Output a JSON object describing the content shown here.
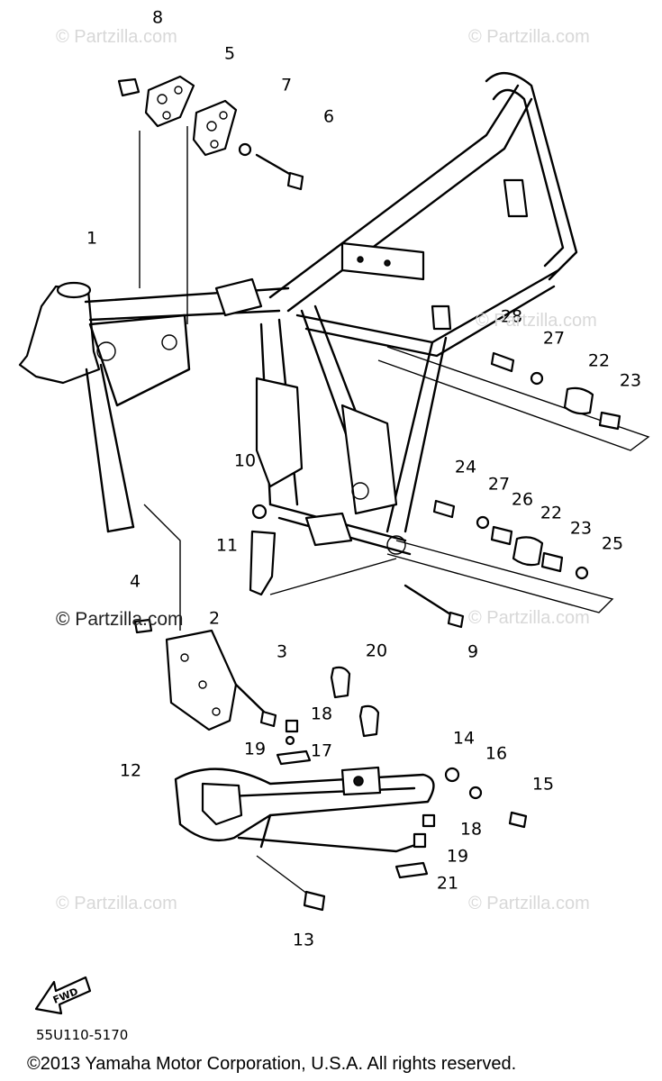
{
  "callouts": [
    {
      "id": "8",
      "label": "8"
    },
    {
      "id": "5",
      "label": "5"
    },
    {
      "id": "7",
      "label": "7"
    },
    {
      "id": "6",
      "label": "6"
    },
    {
      "id": "1",
      "label": "1"
    },
    {
      "id": "28",
      "label": "28"
    },
    {
      "id": "27a",
      "label": "27"
    },
    {
      "id": "22a",
      "label": "22"
    },
    {
      "id": "23a",
      "label": "23"
    },
    {
      "id": "24",
      "label": "24"
    },
    {
      "id": "27b",
      "label": "27"
    },
    {
      "id": "26",
      "label": "26"
    },
    {
      "id": "22b",
      "label": "22"
    },
    {
      "id": "23b",
      "label": "23"
    },
    {
      "id": "25",
      "label": "25"
    },
    {
      "id": "10",
      "label": "10"
    },
    {
      "id": "11",
      "label": "11"
    },
    {
      "id": "4",
      "label": "4"
    },
    {
      "id": "2",
      "label": "2"
    },
    {
      "id": "3",
      "label": "3"
    },
    {
      "id": "9",
      "label": "9"
    },
    {
      "id": "20",
      "label": "20"
    },
    {
      "id": "18a",
      "label": "18"
    },
    {
      "id": "19a",
      "label": "19"
    },
    {
      "id": "17",
      "label": "17"
    },
    {
      "id": "14",
      "label": "14"
    },
    {
      "id": "16",
      "label": "16"
    },
    {
      "id": "15",
      "label": "15"
    },
    {
      "id": "12",
      "label": "12"
    },
    {
      "id": "18b",
      "label": "18"
    },
    {
      "id": "19b",
      "label": "19"
    },
    {
      "id": "21",
      "label": "21"
    },
    {
      "id": "13",
      "label": "13"
    }
  ],
  "watermarks": {
    "faint": "© Partzilla.com",
    "prominent": "© Partzilla.com"
  },
  "fwd_label": "FWD",
  "part_code": "55U110-5170",
  "copyright": "©2013 Yamaha Motor Corporation, U.S.A. All rights reserved."
}
